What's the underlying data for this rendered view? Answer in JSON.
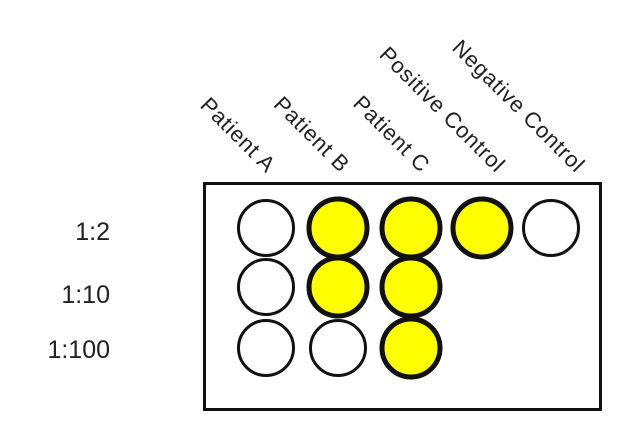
{
  "assay_plate": {
    "dilution_labels": [
      "1:2",
      "1:10",
      "1:100"
    ],
    "column_labels": [
      "Patient A",
      "Patient B",
      "Patient C",
      "Positive Control",
      "Negative Control"
    ],
    "wells": [
      {
        "column": "Patient A",
        "dilution": "1:2",
        "state": "negative"
      },
      {
        "column": "Patient B",
        "dilution": "1:2",
        "state": "positive"
      },
      {
        "column": "Patient C",
        "dilution": "1:2",
        "state": "positive"
      },
      {
        "column": "Positive Control",
        "dilution": "1:2",
        "state": "positive"
      },
      {
        "column": "Negative Control",
        "dilution": "1:2",
        "state": "negative"
      },
      {
        "column": "Patient A",
        "dilution": "1:10",
        "state": "negative"
      },
      {
        "column": "Patient B",
        "dilution": "1:10",
        "state": "positive"
      },
      {
        "column": "Patient C",
        "dilution": "1:10",
        "state": "positive"
      },
      {
        "column": "Patient A",
        "dilution": "1:100",
        "state": "negative"
      },
      {
        "column": "Patient B",
        "dilution": "1:100",
        "state": "negative"
      },
      {
        "column": "Patient C",
        "dilution": "1:100",
        "state": "positive"
      }
    ],
    "colors": {
      "positive_well": "#ffff00",
      "negative_well": "#ffffff",
      "outline": "#111111",
      "text": "#212121"
    }
  }
}
